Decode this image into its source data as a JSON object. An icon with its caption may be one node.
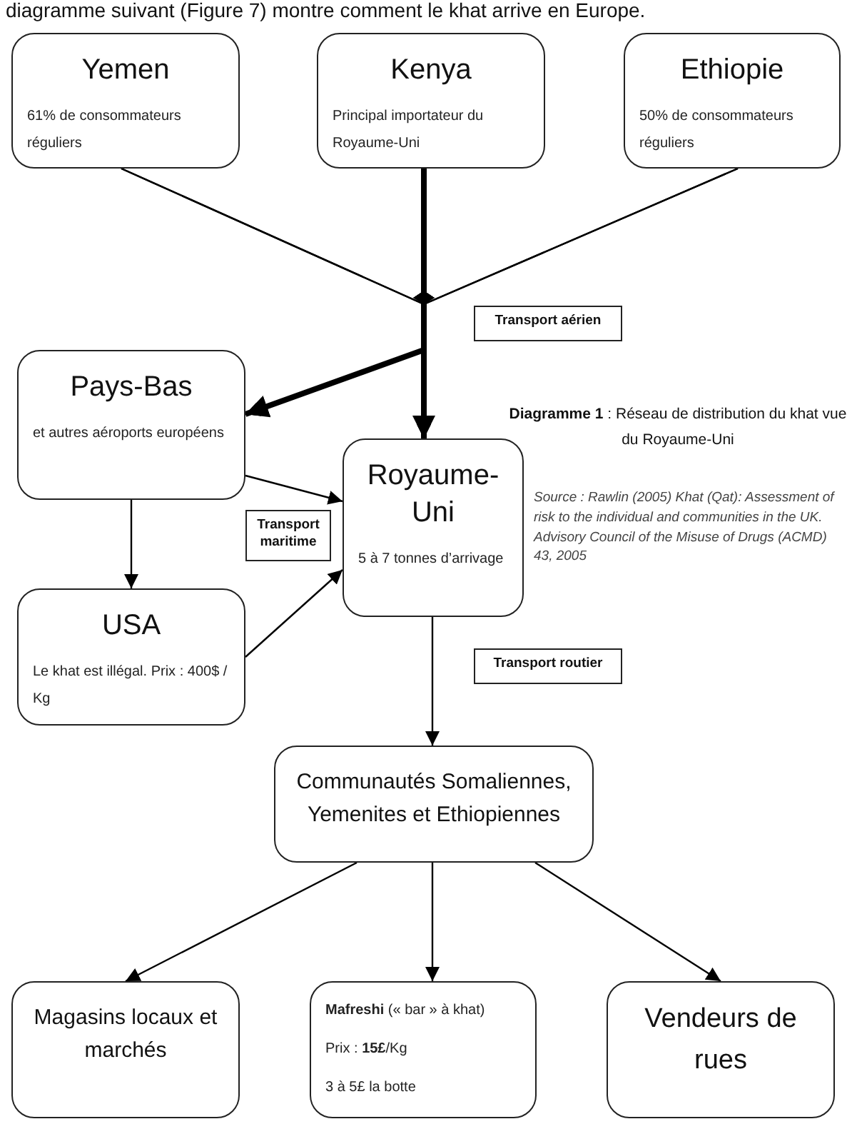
{
  "diagram": {
    "caption": "**Diagramme 1** : Réseau de distribution du khat vue du Royaume-Uni",
    "nodes": [
      {
        "text": [
          "Yemen",
          "61% de consommateurs réguliers"
        ]
      },
      {
        "text": [
          "Kenya",
          "Principal importateur du Royaume-Uni"
        ]
      },
      {
        "text": [
          "Ethiopie",
          "50% de consommateurs réguliers"
        ]
      },
      {
        "text": [
          "Transport aérien"
        ]
      },
      {
        "text": [
          "Pays-Bas",
          "et autres aéroports européens"
        ]
      },
      {
        "text": [
          "Transport maritime"
        ]
      },
      {
        "text": [
          "Royaume-Uni",
          "5 à 7 tonnes d’arrivage"
        ]
      },
      {
        "text": [
          "USA",
          "Le khat est illégal. Prix : 400$ / Kg"
        ]
      },
      {
        "text": [
          "Transport routier"
        ]
      },
      {
        "text": [
          "Communautés Somaliennes, Yemenites et Ethiopiennes"
        ]
      },
      {
        "text": [
          "Magasins locaux et marchés"
        ]
      },
      {
        "text": [
          "**Mafreshi** (« bar » à khat)",
          "Prix : **15£**/Kg",
          "3 à 5£ la botte"
        ]
      },
      {
        "text": [
          "Vendeurs de rues"
        ]
      }
    ],
    "edges": [
      {
        "from": 0,
        "to": 6,
        "arrow": "to"
      },
      {
        "from": 0,
        "to": 4,
        "arrow": "to"
      },
      {
        "from": 2,
        "to": 6,
        "arrow": "to"
      },
      {
        "from": 2,
        "to": 4,
        "arrow": "to"
      },
      {
        "from": 1,
        "to": 6,
        "arrow": "to",
        "style": "thick"
      },
      {
        "from": 1,
        "to": 4,
        "arrow": "to",
        "style": "thick"
      },
      {
        "from": 4,
        "to": 6,
        "arrow": "to"
      },
      {
        "from": 4,
        "to": 7,
        "arrow": "to"
      },
      {
        "from": 7,
        "to": 6,
        "arrow": "to"
      },
      {
        "from": 6,
        "to": 9,
        "arrow": "to"
      },
      {
        "from": 9,
        "to": 10,
        "arrow": "to"
      },
      {
        "from": 9,
        "to": 11,
        "arrow": "to"
      },
      {
        "from": 9,
        "to": 12,
        "arrow": "to"
      }
    ],
    "labels": [
      "diagramme suivant (Figure 7) montre comment le khat arrive en Europe.",
      "Source : Rawlin (2005) Khat (Qat): Assessment of risk to the individual and communities in the UK. Advisory Council of the Misuse of Drugs (ACMD) 43, 2005"
    ]
  }
}
